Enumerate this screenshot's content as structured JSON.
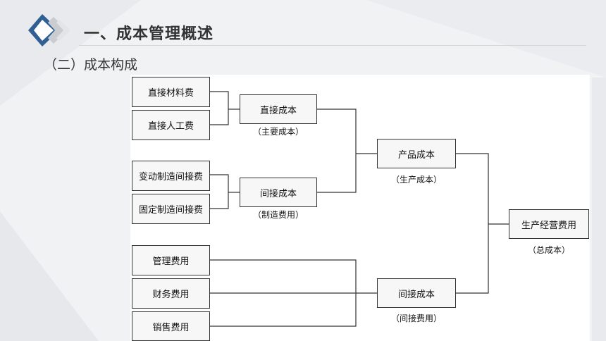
{
  "header": {
    "title": "一、成本管理概述",
    "subtitle": "（二）成本构成"
  },
  "diagram": {
    "boxes": {
      "direct_material": "直接材料费",
      "direct_labor": "直接人工费",
      "variable_overhead": "变动制造间接费",
      "fixed_overhead": "固定制造间接费",
      "management_expense": "管理费用",
      "finance_expense": "财务费用",
      "sales_expense": "销售费用",
      "direct_cost": "直接成本",
      "indirect_cost": "间接成本",
      "product_cost": "产品成本",
      "indirect_cost_period": "间接成本",
      "total_operating_expense": "生产经营费用"
    },
    "notes": {
      "direct_cost": "（主要成本）",
      "indirect_cost": "（制造费用）",
      "product_cost": "（生产成本）",
      "indirect_cost_period": "（间接费用）",
      "total_operating_expense": "（总成本）"
    }
  },
  "colors": {
    "accent_blue": "#2f5f93",
    "box_border": "#333333",
    "box_fill": "#f7f7f7"
  }
}
